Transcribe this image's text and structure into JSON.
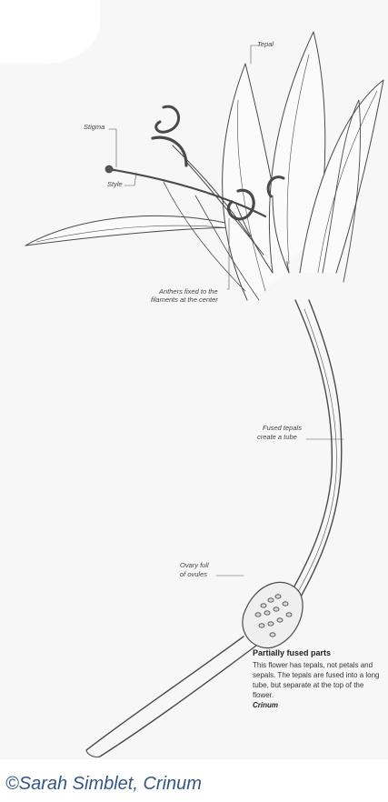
{
  "labels": {
    "tepal": "Tepal",
    "stigma": "Stigma",
    "style": "Style",
    "anthers_line1": "Anthers fixed to the",
    "anthers_line2": "filaments at the center",
    "fused_line1": "Fused tepals",
    "fused_line2": "create a tube",
    "ovary_line1": "Ovary full",
    "ovary_line2": "of ovules"
  },
  "caption": {
    "title": "Partially fused parts",
    "body": "This flower has tepals, not petals and sepals. The tepals are fused into a long tube, but separate at the top of the flower.",
    "genus": "Crinum"
  },
  "credit": "©Sarah Simblet, Crinum",
  "colors": {
    "ink": "#3a3a3a",
    "credit_blue": "#2f5597"
  }
}
